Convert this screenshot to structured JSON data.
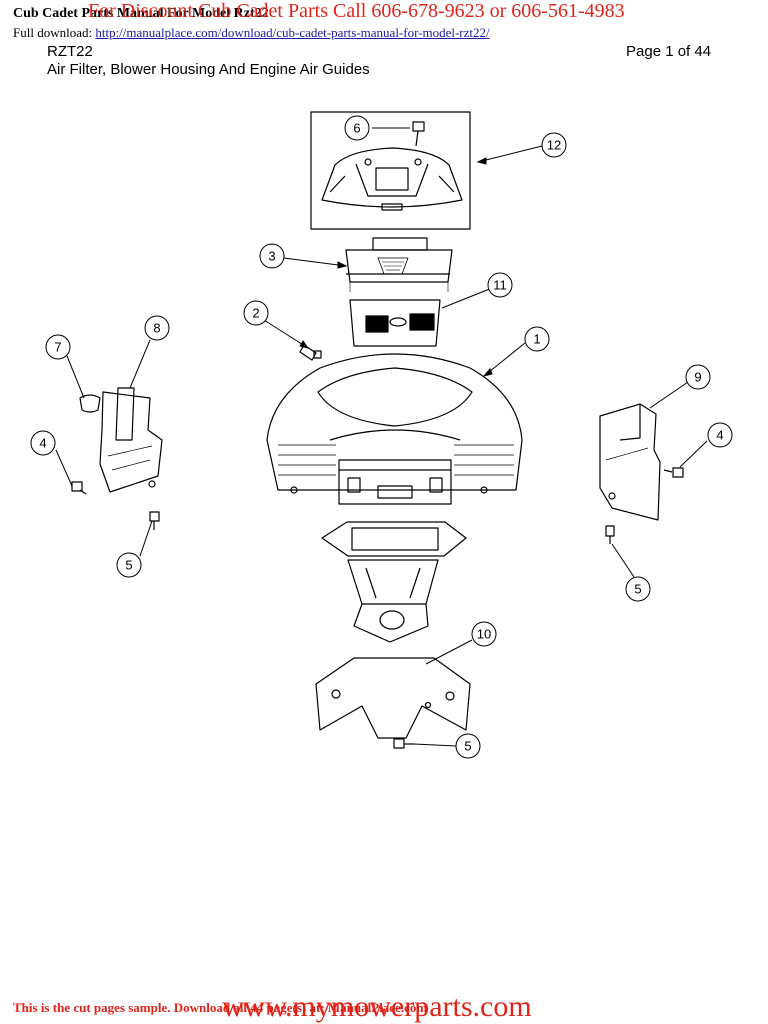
{
  "header": {
    "manual_title": "Cub Cadet Parts Manual For Model Rzt22",
    "promo_text": "For Discount Cub Cadet Parts Call 606-678-9623 or 606-561-4983",
    "download_label": "Full download:",
    "download_url": "http://manualplace.com/download/cub-cadet-parts-manual-for-model-rzt22/",
    "model": "RZT22",
    "page_indicator": "Page 1 of 44",
    "section_title": "Air Filter, Blower Housing And Engine Air Guides"
  },
  "callouts": [
    "1",
    "2",
    "3",
    "4",
    "4",
    "5",
    "5",
    "5",
    "6",
    "7",
    "8",
    "9",
    "10",
    "11",
    "12"
  ],
  "footer": {
    "sample_notice": "This is the cut pages sample. Download all 44 page(s) at: ManualPlace.com",
    "watermark": "www.mymowerparts.com"
  },
  "colors": {
    "promo_red": "#e2231a",
    "link_blue": "#1a1aa6"
  }
}
